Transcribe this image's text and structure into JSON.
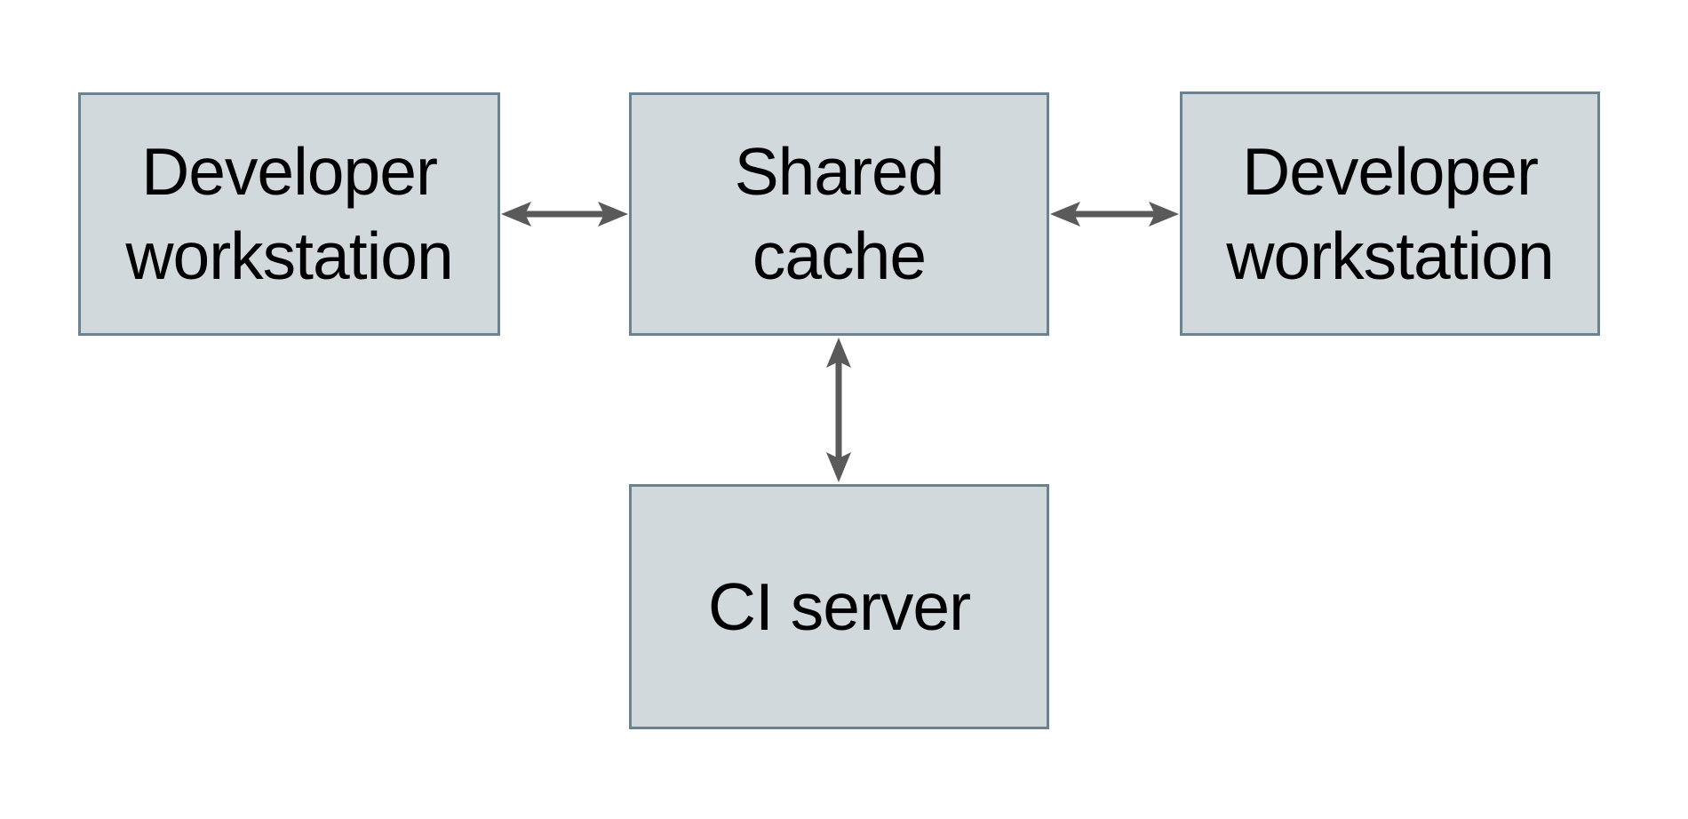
{
  "diagram": {
    "type": "architecture-diagram",
    "nodes": [
      {
        "id": "dev-workstation-left",
        "label": "Developer\nworkstation"
      },
      {
        "id": "shared-cache",
        "label": "Shared\ncache"
      },
      {
        "id": "dev-workstation-right",
        "label": "Developer\nworkstation"
      },
      {
        "id": "ci-server",
        "label": "CI server"
      }
    ],
    "edges": [
      {
        "from": "dev-workstation-left",
        "to": "shared-cache",
        "direction": "bidirectional",
        "orientation": "horizontal"
      },
      {
        "from": "shared-cache",
        "to": "dev-workstation-right",
        "direction": "bidirectional",
        "orientation": "horizontal"
      },
      {
        "from": "shared-cache",
        "to": "ci-server",
        "direction": "bidirectional",
        "orientation": "vertical"
      }
    ],
    "colors": {
      "node_fill": "#d2d9dc",
      "node_border": "#6b8290",
      "arrow": "#5a5a5a",
      "text": "#000000",
      "background": "#ffffff"
    }
  }
}
